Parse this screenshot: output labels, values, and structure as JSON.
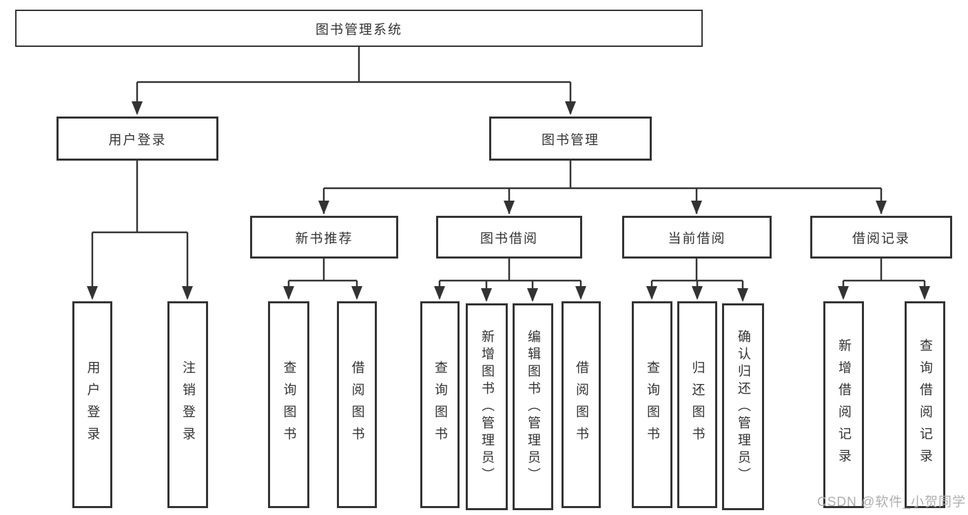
{
  "diagram": {
    "type": "hierarchy-tree",
    "nodes": {
      "root": "图书管理系统",
      "user_login": "用户登录",
      "book_mgmt": "图书管理",
      "new_books": "新书推荐",
      "book_borrow": "图书借阅",
      "current_borrow": "当前借阅",
      "borrow_records": "借阅记录",
      "ul_login": "用户登录",
      "ul_logout": "注销登录",
      "nb_query": "查询图书",
      "nb_borrow": "借阅图书",
      "bb_query": "查询图书",
      "bb_add": "新增图书（管理员）",
      "bb_edit": "编辑图书（管理员）",
      "bb_borrow": "借阅图书",
      "cb_query": "查询图书",
      "cb_return": "归还图书",
      "cb_confirm": "确认归还（管理员）",
      "br_add": "新增借阅记录",
      "br_query": "查询借阅记录"
    },
    "edges": [
      {
        "parent": "图书管理系统",
        "children": [
          "用户登录",
          "图书管理"
        ]
      },
      {
        "parent": "用户登录",
        "children": [
          "用户登录",
          "注销登录"
        ]
      },
      {
        "parent": "图书管理",
        "children": [
          "新书推荐",
          "图书借阅",
          "当前借阅",
          "借阅记录"
        ]
      },
      {
        "parent": "新书推荐",
        "children": [
          "查询图书",
          "借阅图书"
        ]
      },
      {
        "parent": "图书借阅",
        "children": [
          "查询图书",
          "新增图书（管理员）",
          "编辑图书（管理员）",
          "借阅图书"
        ]
      },
      {
        "parent": "当前借阅",
        "children": [
          "查询图书",
          "归还图书",
          "确认归还（管理员）"
        ]
      },
      {
        "parent": "借阅记录",
        "children": [
          "新增借阅记录",
          "查询借阅记录"
        ]
      }
    ],
    "colors": {
      "line": "#333333",
      "border": "#333333",
      "text": "#333333",
      "background": "#ffffff",
      "watermark": "#aeaeae"
    },
    "watermark": "CSDN @软件_小贺同学"
  }
}
